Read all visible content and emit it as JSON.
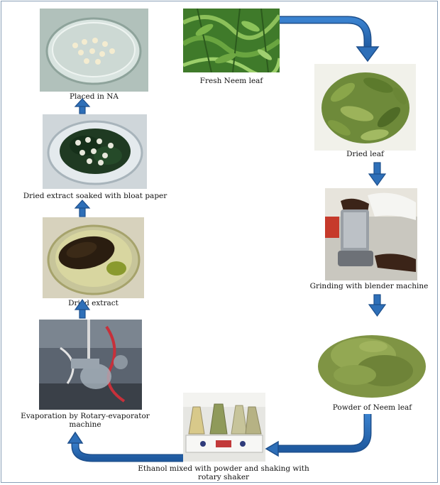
{
  "steps": {
    "fresh_leaf": "Fresh Neem leaf",
    "dried_leaf": "Dried leaf",
    "grinding": "Grinding with blender machine",
    "powder": "Powder of Neem leaf",
    "ethanol": "Ethanol mixed with powder and shaking with rotary shaker",
    "evaporation": "Evaporation by Rotary-evaporator machine",
    "dried_extract": "Dried extract",
    "soaked": "Dried extract soaked with bloat paper",
    "placed": "Placed in NA"
  },
  "colors": {
    "arrow_fill": "#2e6fb8",
    "arrow_stroke": "#1d4f8c",
    "frame_border": "#8aa0b8"
  },
  "icons": {
    "arrow": "flow-arrow"
  }
}
